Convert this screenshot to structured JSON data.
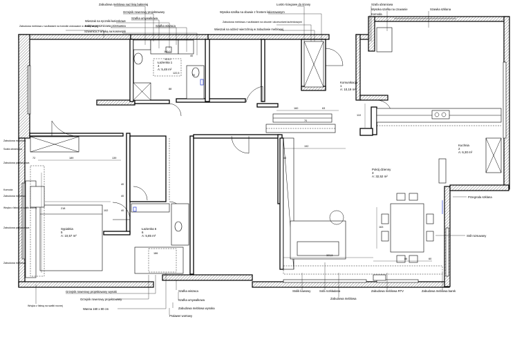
{
  "labels_top": [
    "Zabudowa meblowa nad linią bakteriaj",
    "Grzejnik rowerowy projektowany",
    "Szafka umywalkowa",
    "Wieszak na ręczniki łazienkowe",
    "Kabina prysznicowa przesuwna",
    "Szafka wiszaca",
    "Zabudowa meblowa z szufladami na trzewiki ulokowane w dolnej sekcji",
    "Szuwnica z wnęką na kosmetyki",
    "Lustro ściegowe do ściany",
    "Wysoka szafka na obuwie z frontem lakierowanym",
    "Zabudowa meblowa z szufladami na obuwie i akcesoriami łazienkowymi",
    "Wieszak na odzież wierzchnią w zabudowie meblowej",
    "Szafa ubraniowa",
    "Wysoka szafka na czuwanie",
    "Komoda",
    "Szawka szklana"
  ],
  "labels_left": [
    "Zabudowa meblowa",
    "Szafa ubraniowa",
    "Zabudowa pawlaczowa",
    "Komoda",
    "Zabudowa meblowa",
    "Wnęka z listwą na szafki nocnej",
    "Zabudowa pawlaczowa",
    "Zabudowa meblowa"
  ],
  "labels_bottom": [
    "Grzejnik rowerowy projektowany wysoki",
    "Grzejnik rowerowy projektowany",
    "Wnęka z listwą na szafki nocnej",
    "Wanna 160 x 80 cm",
    "Szafka wiszaca",
    "Szafka umywalkowa",
    "Zabudowa meblowa wysoka",
    "Pralawer wortowy",
    "Stolik kawowy",
    "Sofa rozkładana",
    "Zabudowa meblowa",
    "Zabudowa meblowa RTV",
    "Zabudowa meblowa barek"
  ],
  "labels_right": [
    "Przegroda szklana",
    "Stół rozsuwany"
  ],
  "rooms": {
    "bath1": {
      "name": "Łazienka 1",
      "num": "4",
      "area": "A: 5,48 m²"
    },
    "hall": {
      "name": "Komunikacja",
      "num": "1",
      "area": "A: 10,19 m²"
    },
    "kitchen": {
      "name": "Kuchnia",
      "num": "2",
      "area": "A: 6,30 m²"
    },
    "living": {
      "name": "Pokój dzienny",
      "num": "3",
      "area": "A: 32,52 m²"
    },
    "bedroom": {
      "name": "Sypialnia",
      "num": "5",
      "area": "A: 10,57 m²"
    },
    "bath2": {
      "name": "Łazienka 6",
      "num": "6",
      "area": "A: 5,85 m²"
    }
  },
  "dims": {
    "d100": "100,0",
    "d121": "121,0",
    "d122": "122,5",
    "d88": "88",
    "d40a": "40",
    "d70": "70",
    "d160": "160",
    "d63": "63",
    "d192": "192",
    "d110": "110",
    "d72": "72",
    "d189": "189",
    "d139": "139",
    "d40b": "40",
    "d40c": "40",
    "d218": "218",
    "d102": "102",
    "d40d": "40",
    "d186": "186",
    "d323": "323,5",
    "d163": "163",
    "d86": "86",
    "d70b": "70",
    "d40e": "40",
    "d60": "60"
  }
}
